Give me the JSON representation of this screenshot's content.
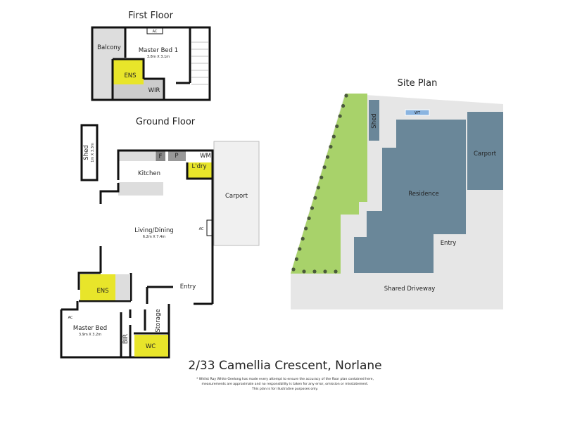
{
  "first_floor": {
    "title": "First Floor",
    "rooms": {
      "balcony": "Balcony",
      "master_bed": "Master Bed 1",
      "master_bed_dims": "3.8m X 3.1m",
      "ens": "ENS",
      "wir": "WIR",
      "ac": "AC"
    }
  },
  "ground_floor": {
    "title": "Ground Floor",
    "rooms": {
      "shed": "Shed",
      "shed_dims": "1m X 3.3m",
      "kitchen": "Kitchen",
      "fridge": "F",
      "pantry": "P",
      "wm": "WM",
      "laundry": "L'dry",
      "carport": "Carport",
      "living": "Living/Dining",
      "living_dims": "6.2m X 7.4m",
      "ac": "AC",
      "ens": "ENS",
      "master_bed": "Master Bed",
      "master_bed_dims": "3.9m X 3.2m",
      "bir": "BIR",
      "wc": "WC",
      "storage": "Storage",
      "entry": "Entry",
      "ac2": "AC"
    }
  },
  "site_plan": {
    "title": "Site Plan",
    "labels": {
      "shed": "Shed",
      "wt": "WT",
      "residence": "Residence",
      "carport": "Carport",
      "entry": "Entry",
      "driveway": "Shared Driveway"
    },
    "colors": {
      "building": "#6a8799",
      "lawn": "#a8d26a",
      "ground": "#e6e6e6",
      "tank": "#8ab4e0",
      "tree": "#4a5a3a"
    }
  },
  "address": "2/33 Camellia Crescent, Norlane",
  "disclaimer": {
    "line1": "* Whilst Ray White Geelong has made every attempt to ensure the accuracy of the floor plan contained here,",
    "line2": "measurements are approximate and no responsibility is taken for any error, omission or misstatement.",
    "line3": "This plan is for illustrative purposes only."
  }
}
